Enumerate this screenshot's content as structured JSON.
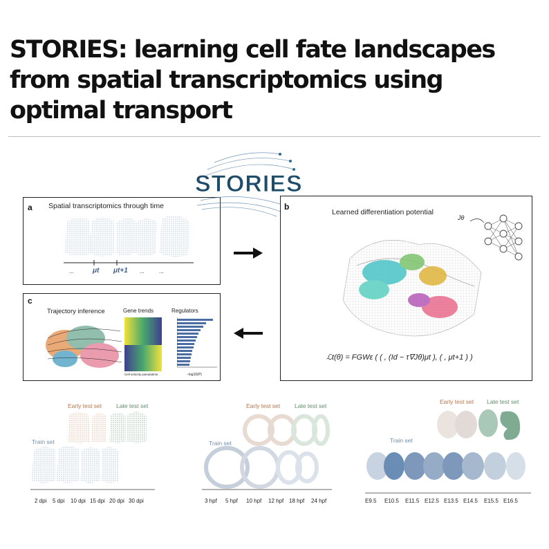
{
  "title": "STORIES: learning cell fate landscapes from spatial transcriptomics using optimal transport",
  "logo_text": "STORIES",
  "panel_a": {
    "label": "a",
    "title": "Spatial transcriptomics through time",
    "axis_labels": [
      "...",
      "μt",
      "μt+1",
      "...",
      "..."
    ]
  },
  "panel_b": {
    "label": "b",
    "title": "Learned differentiation potential",
    "network_label": "Jθ",
    "loss_formula": "ℒt(θ) = FGWε ( (  , (Id − τ∇Jθ)μt ), (  , μt+1 ) )"
  },
  "panel_c": {
    "label": "c",
    "subtitles": [
      "Trajectory inference",
      "Gene trends",
      "Regulators"
    ],
    "axis_note_gene": "Cell velocity pseudotime",
    "axis_note_reg": "−log10(P)"
  },
  "datasets": [
    {
      "train_label": "Train set",
      "early_label": "Early test set",
      "late_label": "Late test set",
      "ticks": [
        "2 dpi",
        "5 dpi",
        "10 dpi",
        "15 dpi",
        "20 dpi",
        "30 dpi"
      ]
    },
    {
      "train_label": "Train set",
      "early_label": "Early test set",
      "late_label": "Late test set",
      "ticks": [
        "3 hpf",
        "5 hpf",
        "10 hpf",
        "12 hpf",
        "18 hpf",
        "24 hpf"
      ]
    },
    {
      "train_label": "Train set",
      "early_label": "Early test set",
      "late_label": "Late test set",
      "ticks": [
        "E9.5",
        "E10.5",
        "E11.5",
        "E12.5",
        "E13.5",
        "E14.5",
        "E15.5",
        "E16.5"
      ]
    }
  ],
  "colors": {
    "train": "#6f8db0",
    "early": "#b9744a",
    "late": "#5f8a6e",
    "logo": "#1e4c6b"
  }
}
